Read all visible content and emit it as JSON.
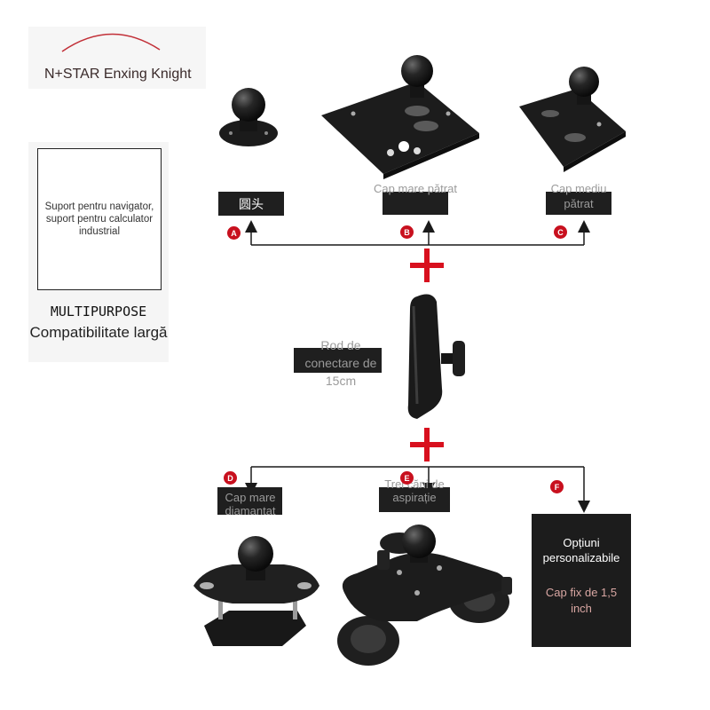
{
  "brand": {
    "name": "N+STAR Enxing Knight"
  },
  "side_panel": {
    "box_text": "Suport pentru navigator, suport pentru calculator industrial",
    "multipurpose": "MULTIPURPOSE",
    "compat": "Compatibilitate largă"
  },
  "options": [
    {
      "badge": "A",
      "label": "圆头"
    },
    {
      "badge": "B",
      "label": "Cap mare pătrat"
    },
    {
      "badge": "C",
      "label": "Cap mediu pătrat"
    },
    {
      "badge": "D",
      "label": "Cap mare diamantat"
    },
    {
      "badge": "E",
      "label": "Trei căni de aspirație"
    },
    {
      "badge": "F",
      "label": ""
    }
  ],
  "rod": {
    "label": "Rod de conectare de 15cm"
  },
  "custom": {
    "title": "Opțiuni personalizabile",
    "sub": "Cap fix de 1,5 inch"
  },
  "plus_symbol": "+",
  "colors": {
    "accent_red": "#d8101e",
    "badge_red": "#c8101e",
    "label_bg": "#1f1f1f",
    "product_black": "#1a1a1a"
  }
}
